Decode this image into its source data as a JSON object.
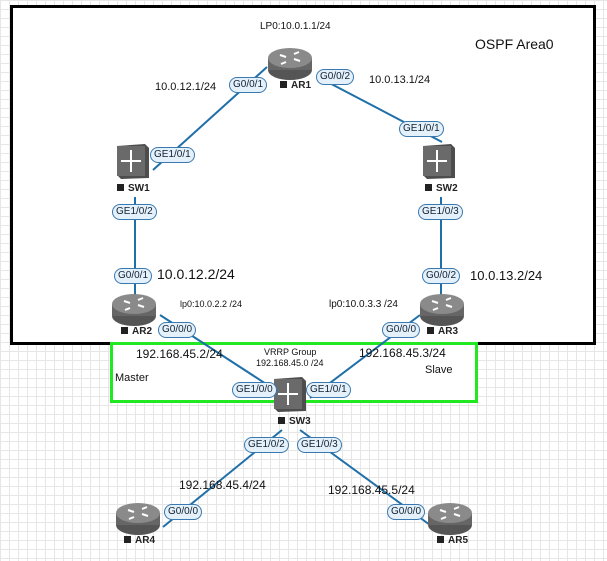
{
  "areas": {
    "ospf_label": "OSPF Area0",
    "vrrp_group_label": "VRRP Group",
    "vrrp_subnet": "192.168.45.0 /24",
    "master_label": "Master",
    "slave_label": "Slave"
  },
  "colors": {
    "ospf_border": "#000000",
    "vrrp_border": "#22e822",
    "link": "#1f6fa8",
    "port_border": "#3a78b0"
  },
  "devices": {
    "ar1": {
      "name": "AR1",
      "type": "router-icon",
      "loopback": "LP0:10.0.1.1/24"
    },
    "sw1": {
      "name": "SW1",
      "type": "switch-icon"
    },
    "sw2": {
      "name": "SW2",
      "type": "switch-icon"
    },
    "ar2": {
      "name": "AR2",
      "type": "router-icon",
      "loopback": "lp0:10.0.2.2 /24"
    },
    "ar3": {
      "name": "AR3",
      "type": "router-icon",
      "loopback": "lp0:10.0.3.3 /24"
    },
    "sw3": {
      "name": "SW3",
      "type": "switch-icon"
    },
    "ar4": {
      "name": "AR4",
      "type": "router-icon"
    },
    "ar5": {
      "name": "AR5",
      "type": "router-icon"
    }
  },
  "ports": {
    "ar1_g001": "G0/0/1",
    "ar1_g002": "G0/0/2",
    "sw1_ge101": "GE1/0/1",
    "sw1_ge102": "GE1/0/2",
    "sw2_ge101": "GE1/0/1",
    "sw2_ge103": "GE1/0/3",
    "ar2_g001": "G0/0/1",
    "ar2_g000": "G0/0/0",
    "ar3_g002": "G0/0/2",
    "ar3_g000": "G0/0/0",
    "sw3_ge100": "GE1/0/0",
    "sw3_ge101": "GE1/0/1",
    "sw3_ge102": "GE1/0/2",
    "sw3_ge103": "GE1/0/3",
    "ar4_g000": "G0/0/0",
    "ar5_g000": "G0/0/0"
  },
  "addresses": {
    "ar1_sw1": "10.0.12.1/24",
    "ar1_sw2": "10.0.13.1/24",
    "ar2_g001": "10.0.12.2/24",
    "ar3_g002": "10.0.13.2/24",
    "ar2_g000": "192.168.45.2/24",
    "ar3_g000": "192.168.45.3/24",
    "ar4_g000": "192.168.45.4/24",
    "ar5_g000": "192.168.45.5/24"
  }
}
